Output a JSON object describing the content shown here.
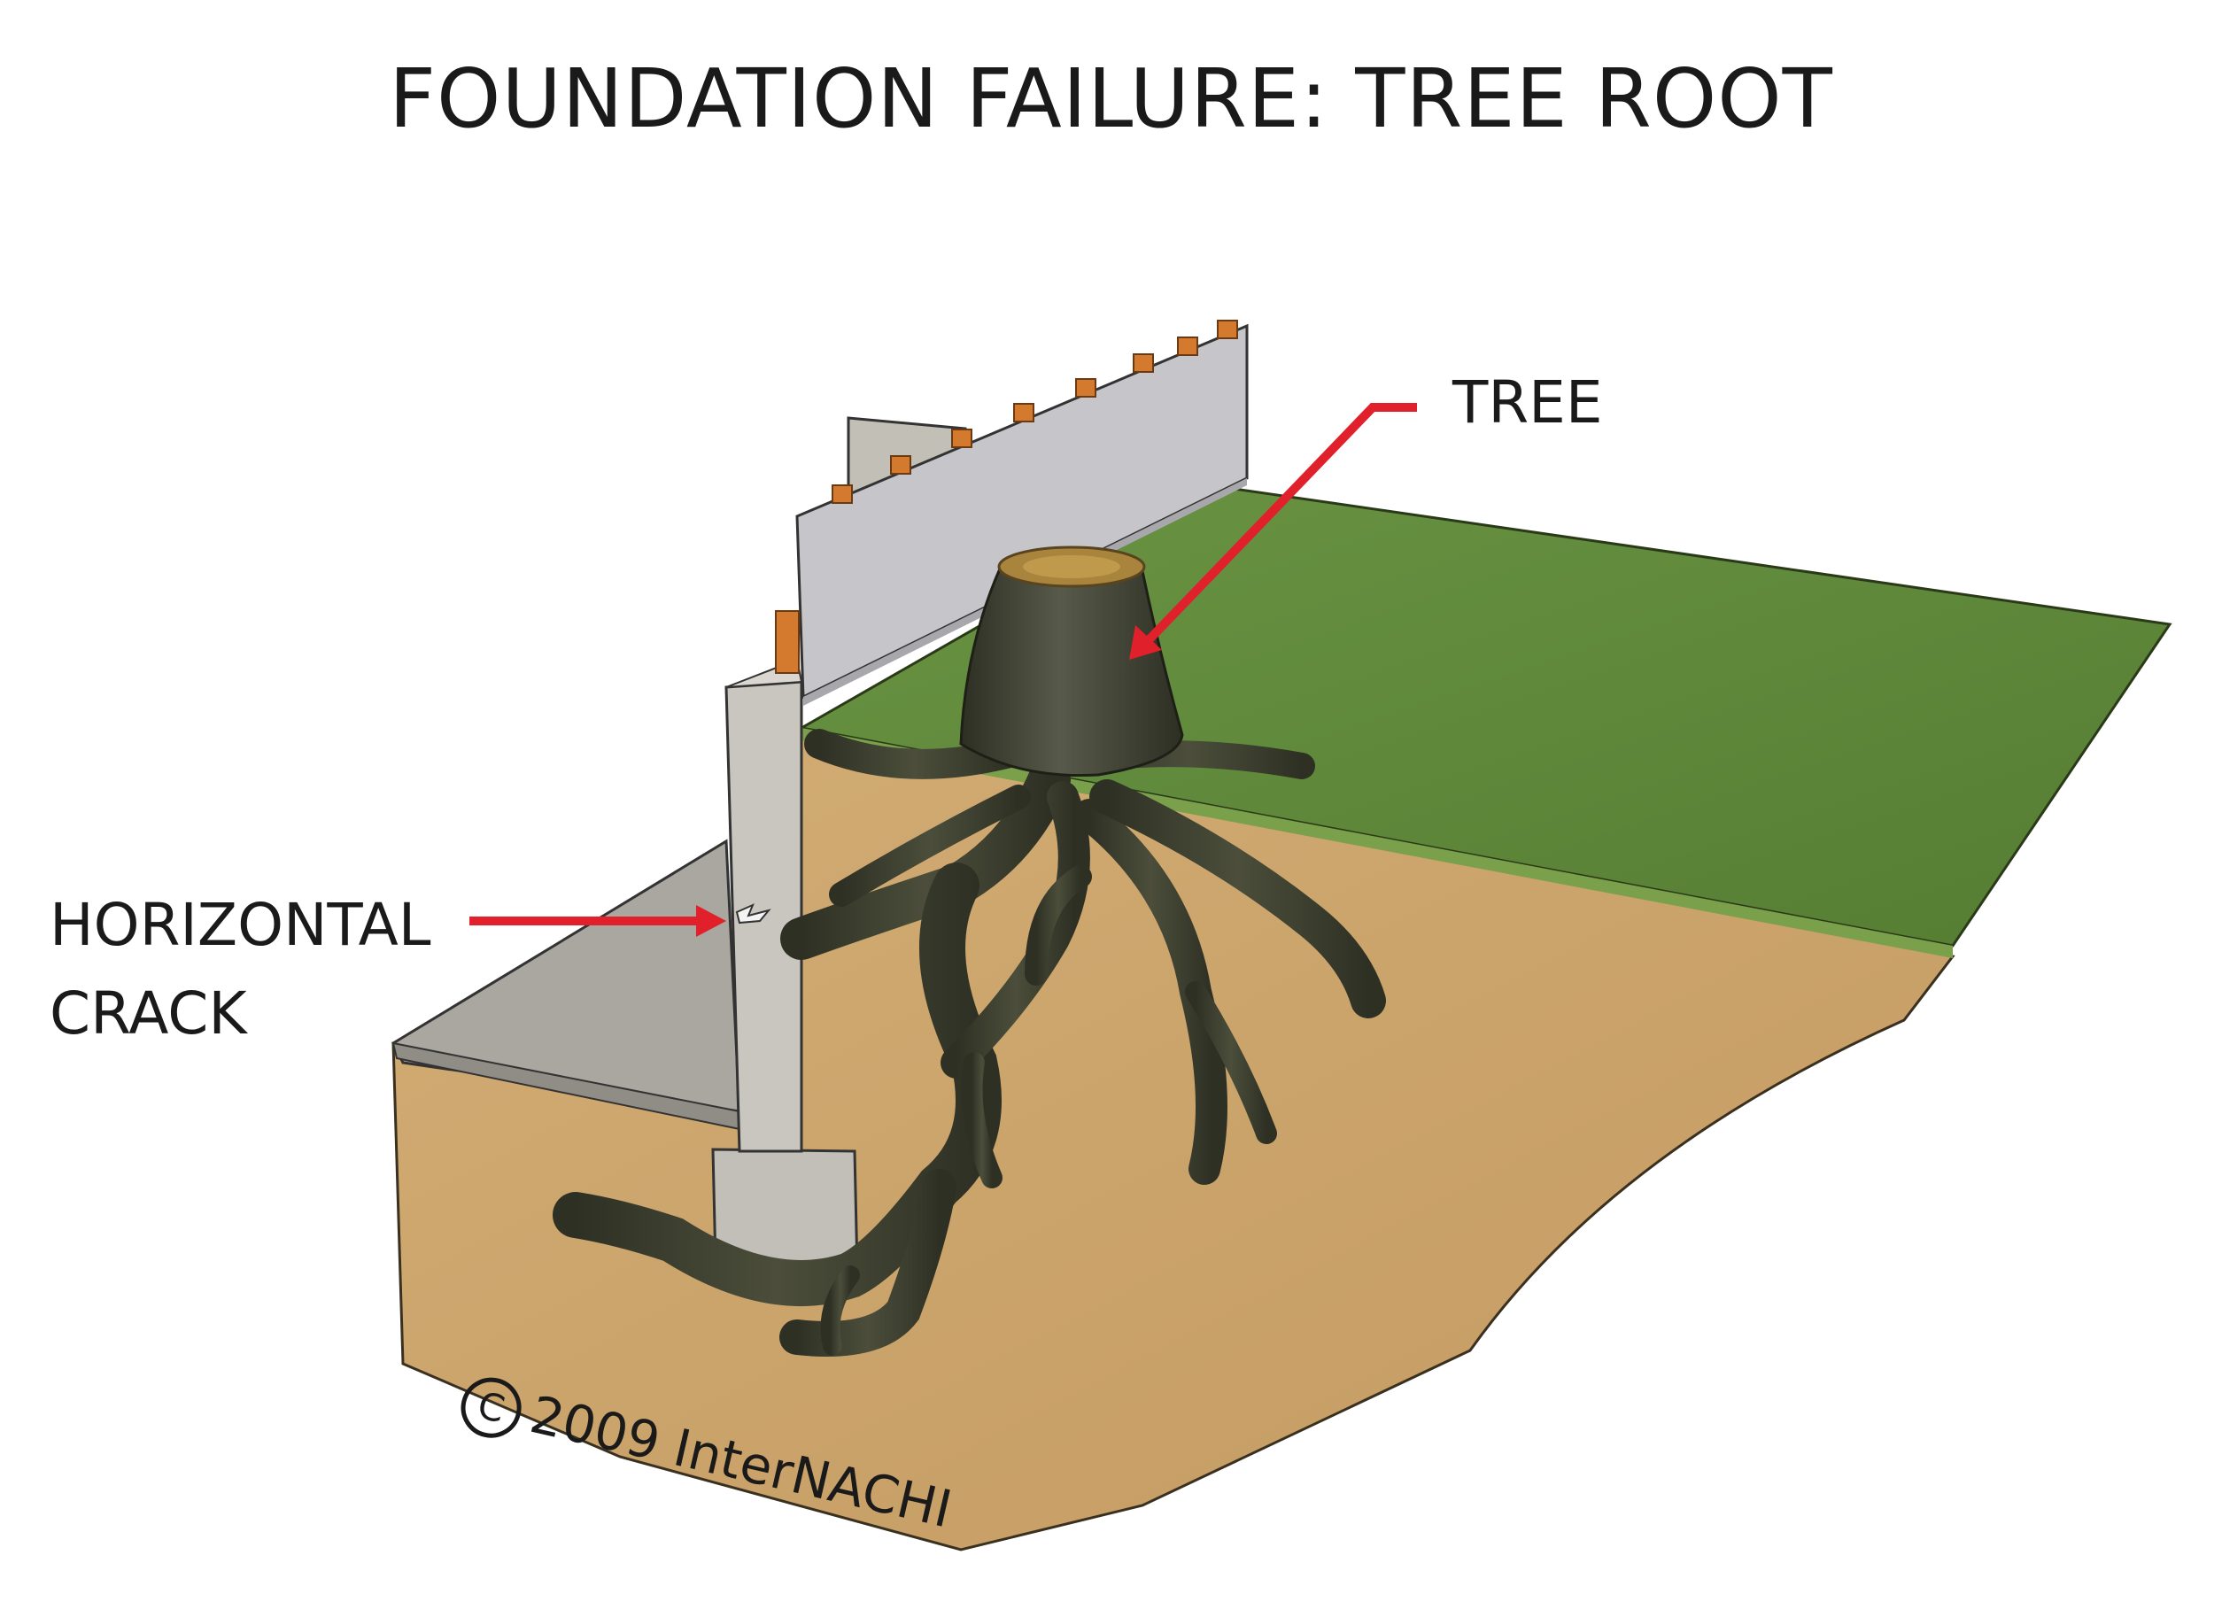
{
  "title": "FOUNDATION FAILURE: TREE ROOT",
  "labels": {
    "tree": "TREE",
    "crack_line1": "HORIZONTAL",
    "crack_line2": "CRACK"
  },
  "copyright": {
    "symbol": "C",
    "text": "2009 InterNACHI"
  },
  "colors": {
    "arrow": "#e0202a",
    "grass": "#5f8a3a",
    "soil": "#c9a26a",
    "concrete": "#b8b6b0",
    "siding": "#c4c4c8",
    "root": "#3b3d2e"
  }
}
